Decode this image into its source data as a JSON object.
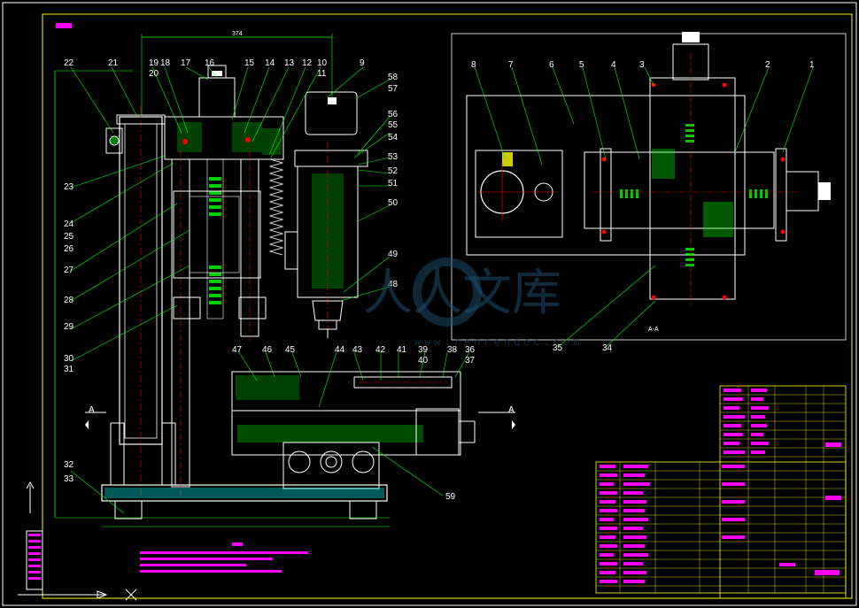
{
  "drawing": {
    "part_labels_left": [
      "22",
      "21",
      "19",
      "18",
      "20",
      "17",
      "16",
      "15",
      "14",
      "13",
      "12",
      "10",
      "11",
      "9"
    ],
    "part_labels_side": [
      "23",
      "24",
      "25",
      "26",
      "27",
      "28",
      "29",
      "30",
      "31",
      "32",
      "33"
    ],
    "part_labels_right_left": [
      "58",
      "57",
      "56",
      "55",
      "54",
      "53",
      "52",
      "51",
      "50",
      "49",
      "48"
    ],
    "part_labels_lower": [
      "47",
      "46",
      "45",
      "44",
      "43",
      "42",
      "41",
      "39",
      "40",
      "38",
      "36",
      "37",
      "59"
    ],
    "part_labels_view": [
      "8",
      "7",
      "6",
      "5",
      "4",
      "3",
      "2",
      "1",
      "35",
      "34"
    ],
    "section_marker_left": "A",
    "section_marker_right": "A",
    "section_view_title": "A-A",
    "watermark_text": "人人文库",
    "watermark_url": "www.renrendoc.com"
  },
  "colors": {
    "frame": "#ffff00",
    "lines": "#00ff00",
    "parts": "#ffffff",
    "hidden": "#ff0000",
    "highlight": "#ff00ff",
    "fill": "#00ffff"
  }
}
